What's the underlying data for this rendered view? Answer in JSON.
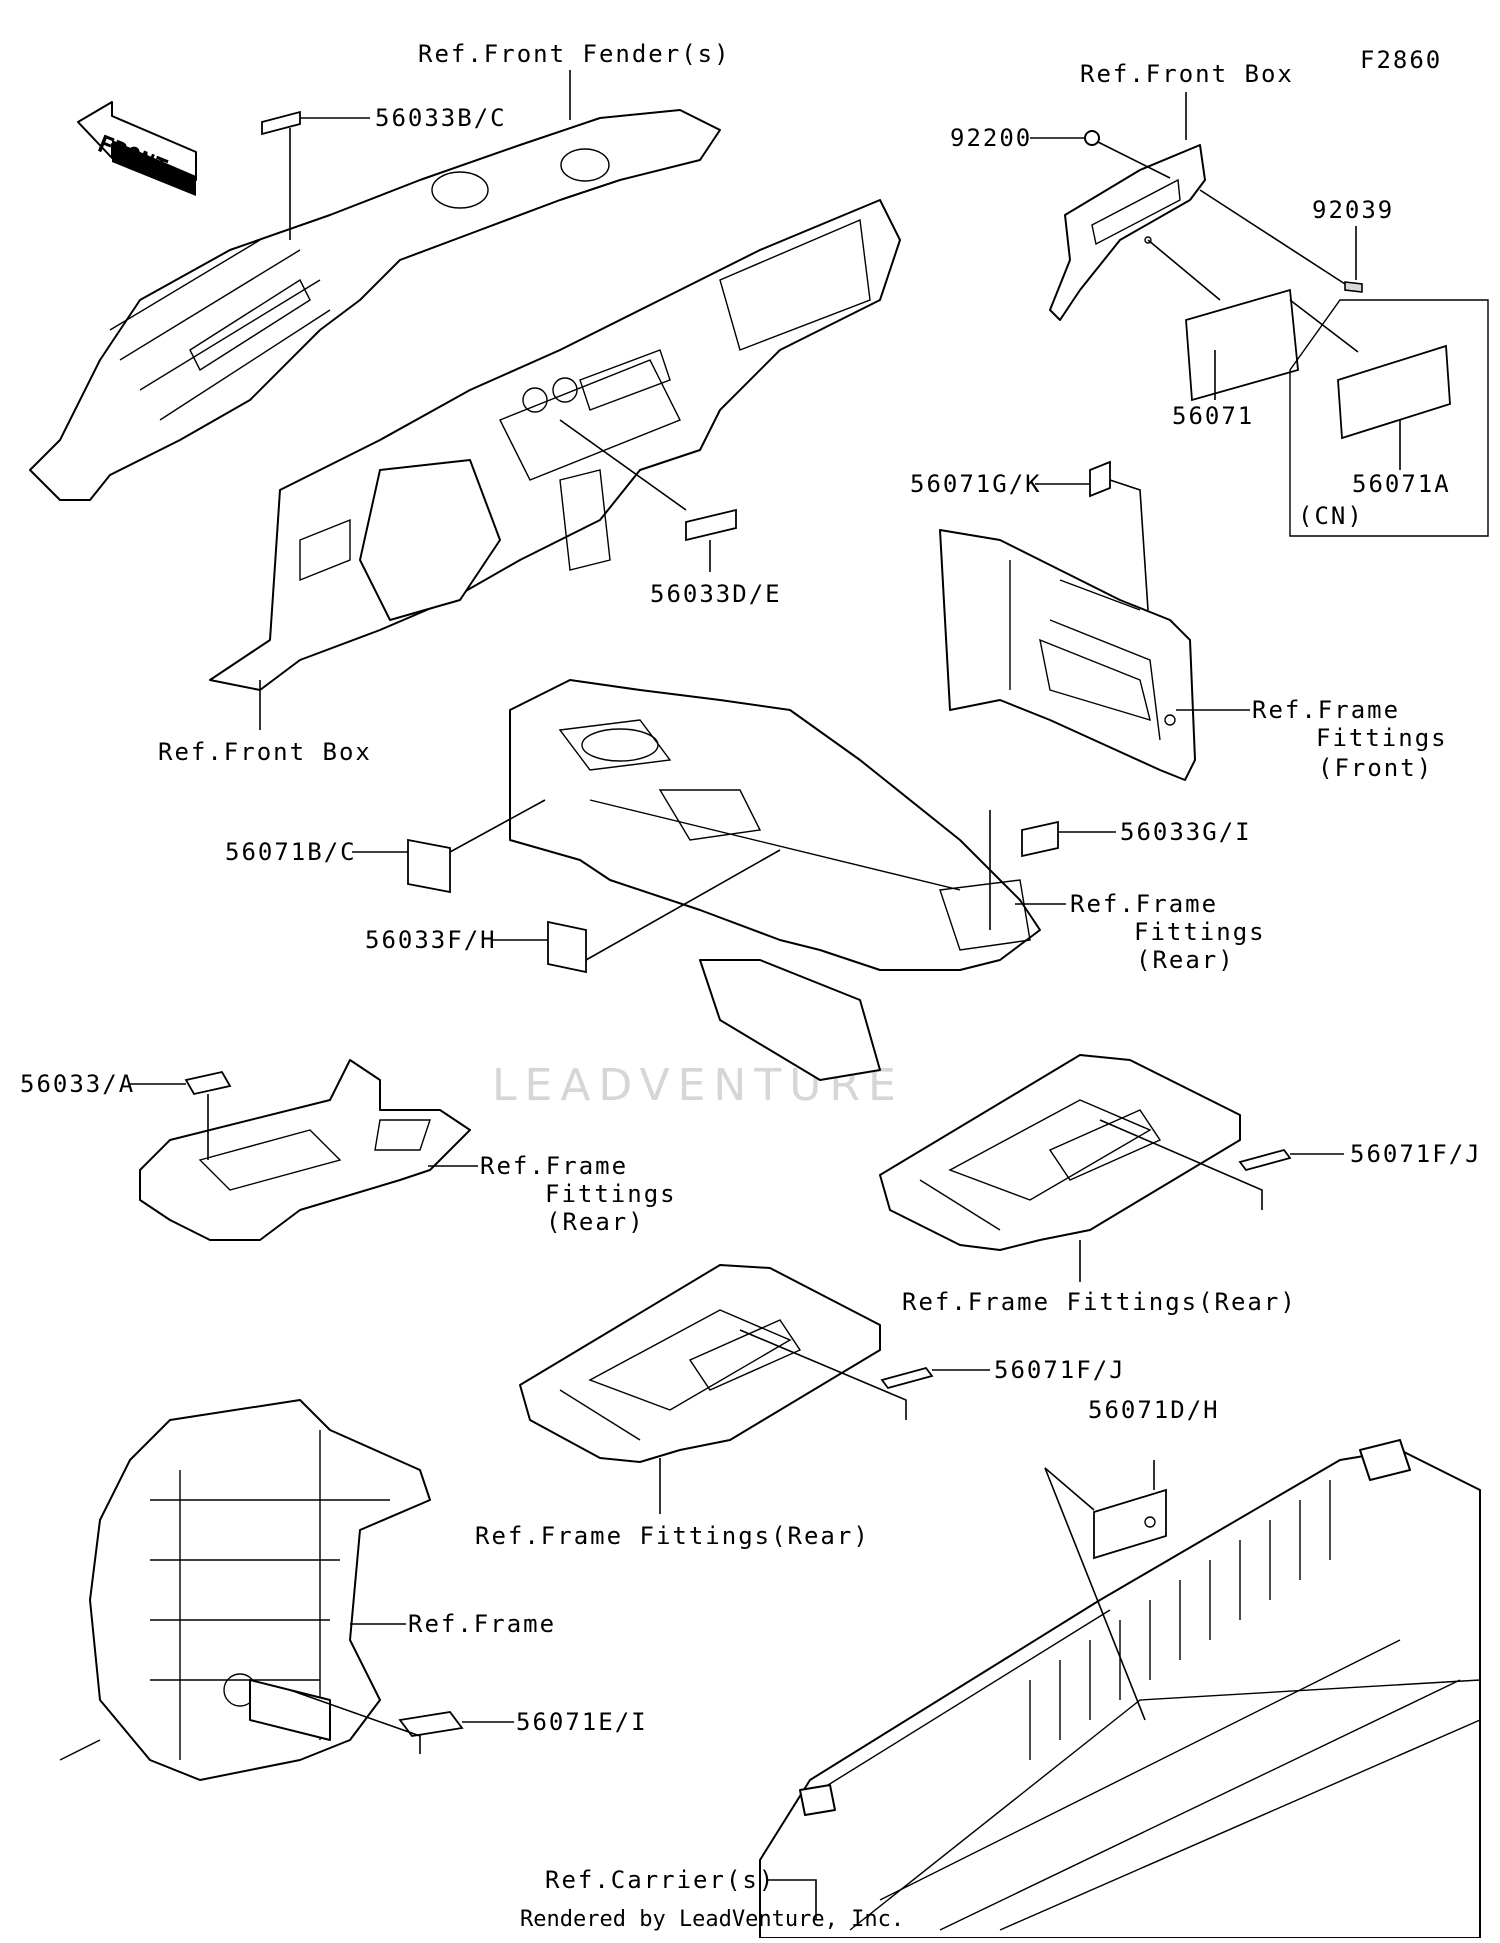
{
  "diagram_id": "F2860",
  "front_arrow_label": "FRONT",
  "watermark": "LEADVENTURE",
  "footer": "Rendered by LeadVenture, Inc.",
  "labels": {
    "ref_front_fenders": "Ref.Front Fender(s)",
    "ref_front_box_top": "Ref.Front Box",
    "p_56033bc": "56033B/C",
    "p_92200": "92200",
    "p_92039": "92039",
    "p_56071": "56071",
    "p_56071a": "56071A",
    "cn": "(CN)",
    "p_56033de": "56033D/E",
    "ref_front_box_bottom": "Ref.Front Box",
    "p_56071gk": "56071G/K",
    "ref_frame_fittings_front_1": "Ref.Frame",
    "ref_frame_fittings_front_2": "Fittings",
    "ref_frame_fittings_front_3": "(Front)",
    "p_56071bc": "56071B/C",
    "p_56033gi": "56033G/I",
    "ref_frame_fittings_rear_a1": "Ref.Frame",
    "ref_frame_fittings_rear_a2": "Fittings",
    "ref_frame_fittings_rear_a3": "(Rear)",
    "p_56033fh": "56033F/H",
    "p_56033a": "56033/A",
    "ref_frame_fittings_rear_b1": "Ref.Frame",
    "ref_frame_fittings_rear_b2": "Fittings",
    "ref_frame_fittings_rear_b3": "(Rear)",
    "p_56071fj_1": "56071F/J",
    "ref_frame_fittings_rear_c": "Ref.Frame Fittings(Rear)",
    "p_56071fj_2": "56071F/J",
    "ref_frame_fittings_rear_d": "Ref.Frame Fittings(Rear)",
    "p_56071dh": "56071D/H",
    "ref_frame": "Ref.Frame",
    "p_56071ei": "56071E/I",
    "ref_carriers": "Ref.Carrier(s)"
  },
  "colors": {
    "line": "#000000",
    "background": "#ffffff",
    "watermark": "#d6d6d6"
  }
}
